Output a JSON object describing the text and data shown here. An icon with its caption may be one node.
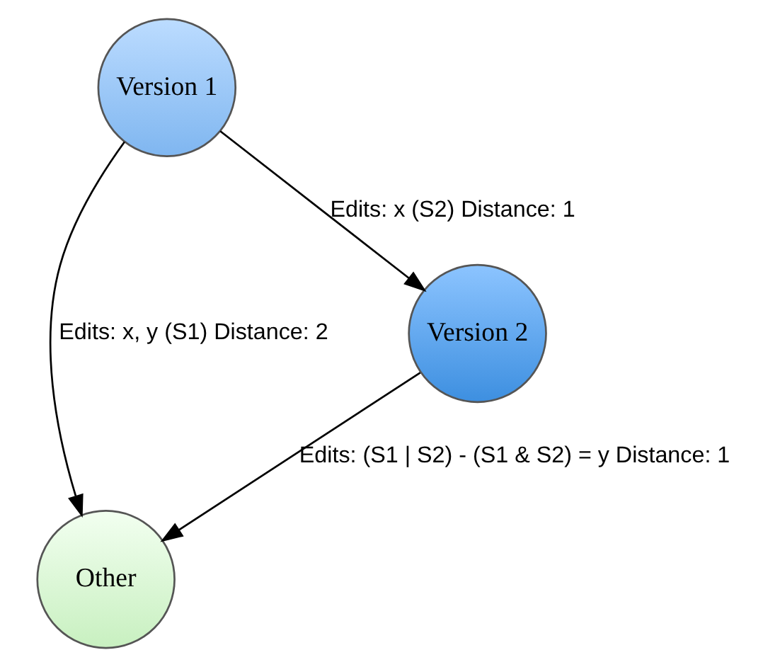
{
  "diagram": {
    "nodes": [
      {
        "text": [
          "Version 1"
        ]
      },
      {
        "text": [
          "Other"
        ]
      },
      {
        "text": [
          "Version 2"
        ]
      }
    ],
    "edges": [
      {
        "from": 0,
        "to": 1,
        "arrow": "to",
        "label": "Edits: x, y (S1) Distance: 2"
      },
      {
        "from": 0,
        "to": 2,
        "arrow": "to",
        "label": "Edits: x (S2) Distance: 1"
      },
      {
        "from": 2,
        "to": 1,
        "arrow": "to",
        "label": "Edits: (S1 | S2) - (S1 & S2) = y Distance: 1"
      }
    ]
  }
}
